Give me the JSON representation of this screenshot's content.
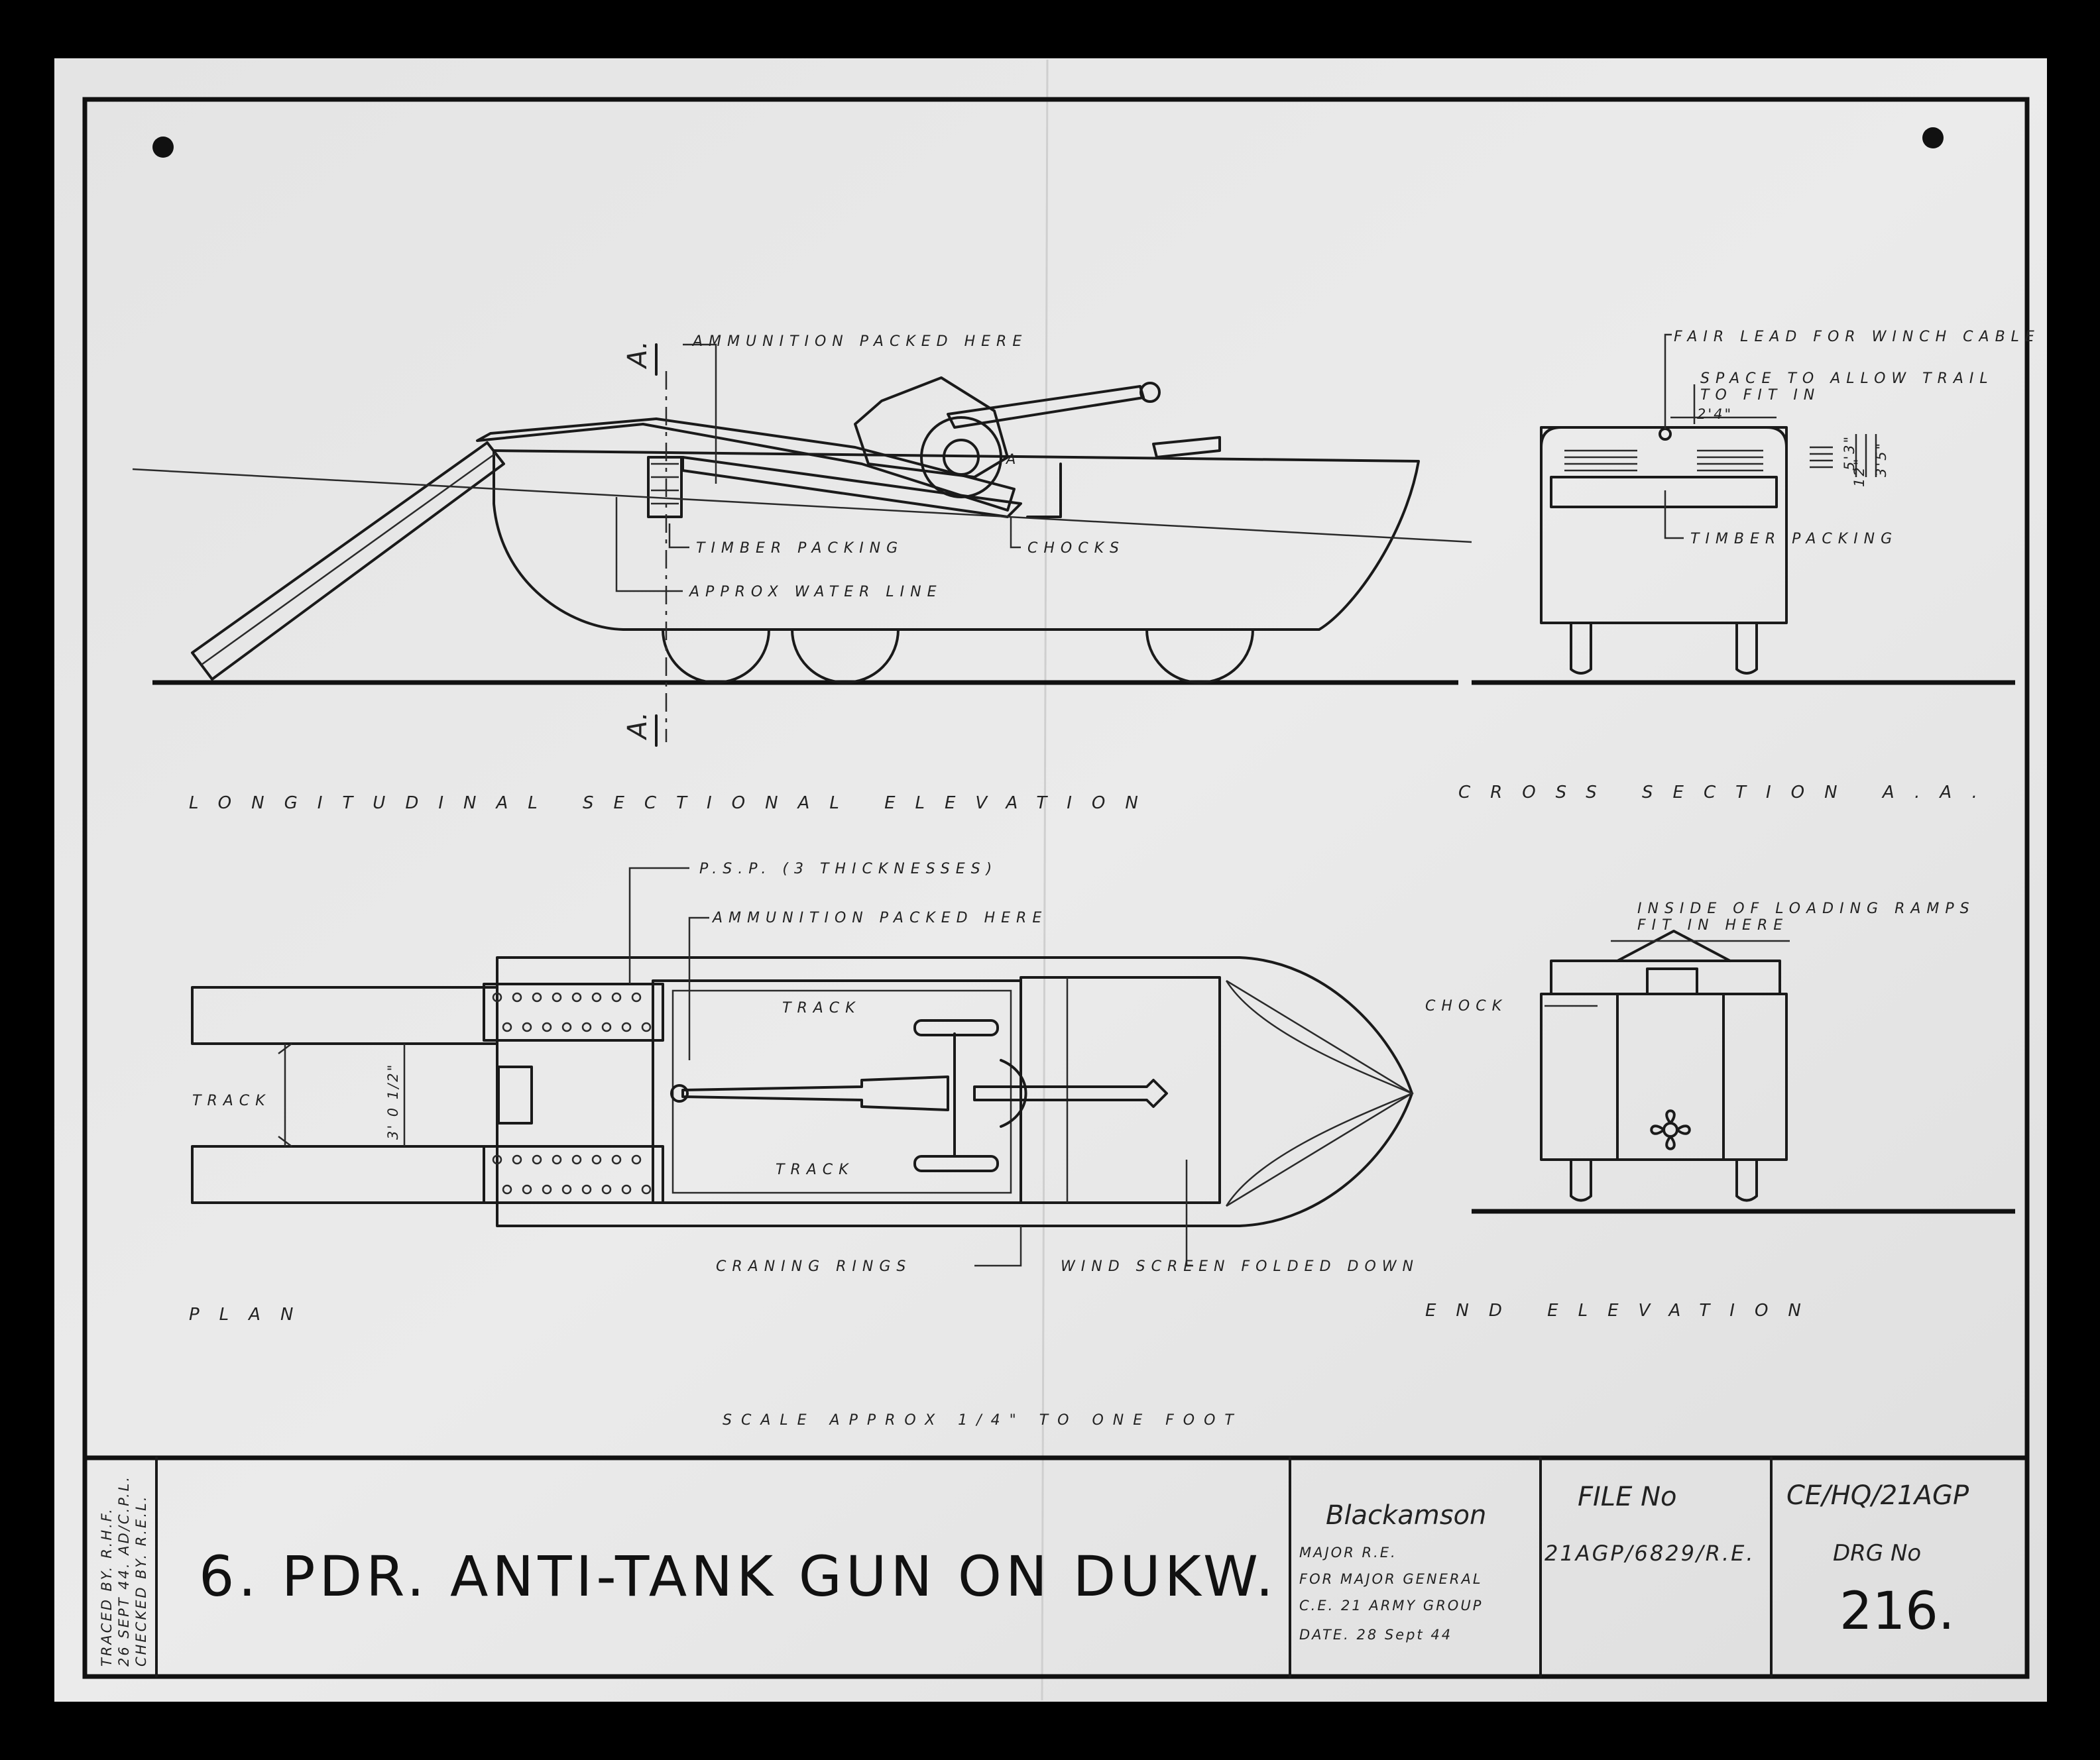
{
  "drawing": {
    "views": {
      "longitudinal": "LONGITUDINAL SECTIONAL ELEVATION",
      "cross": "CROSS SECTION A.A.",
      "plan": "PLAN",
      "end": "END ELEVATION"
    },
    "section_marks": {
      "top": "A.",
      "bottom": "A.",
      "small": "A"
    },
    "labels": {
      "ammunition_top": "AMMUNITION PACKED HERE",
      "timber_packing": "TIMBER PACKING",
      "chocks": "CHOCKS",
      "water_line": "APPROX WATER LINE",
      "fair_lead": "FAIR LEAD FOR WINCH CABLE",
      "space_trail_1": "SPACE TO ALLOW TRAIL",
      "space_trail_2": "TO FIT IN",
      "dim_trail": "2'4\"",
      "dim_h1": "5'3\"",
      "dim_h2": "12\"",
      "dim_h3": "3'5\"",
      "timber_packing_cross": "TIMBER PACKING",
      "psp": "P.S.P. (3 THICKNESSES)",
      "ammunition_plan": "AMMUNITION PACKED HERE",
      "track_upper": "TRACK",
      "track_lower": "TRACK",
      "track_left": "TRACK",
      "dim_track": "3' 0 1/2\"",
      "craning_rings": "CRANING RINGS",
      "wind_screen": "WIND SCREEN FOLDED DOWN",
      "inside_ramps_1": "INSIDE OF LOADING RAMPS",
      "inside_ramps_2": "FIT IN HERE",
      "chock": "CHOCK"
    },
    "scale": "SCALE APPROX 1/4\" TO ONE FOOT"
  },
  "title_block": {
    "side_1": "TRACED BY. R.H.F.",
    "side_2": "26 SEPT 44. AD/C.P.L.",
    "side_3": "CHECKED BY. R.E.L.",
    "title": "6. PDR. ANTI-TANK GUN ON DUKW.",
    "signature": "Blackamson",
    "sign_1": "MAJOR R.E.",
    "sign_2": "FOR MAJOR GENERAL",
    "sign_3": "C.E. 21 ARMY GROUP",
    "sign_4": "DATE. 28 Sept 44",
    "file_label": "FILE No",
    "file_value": "21AGP/6829/R.E.",
    "ref": "CE/HQ/21AGP",
    "drg_label": "DRG No",
    "drg_value": "216."
  },
  "colors": {
    "paper": "#e6e6e6",
    "ink": "#1a1a1a",
    "border": "#000000"
  }
}
